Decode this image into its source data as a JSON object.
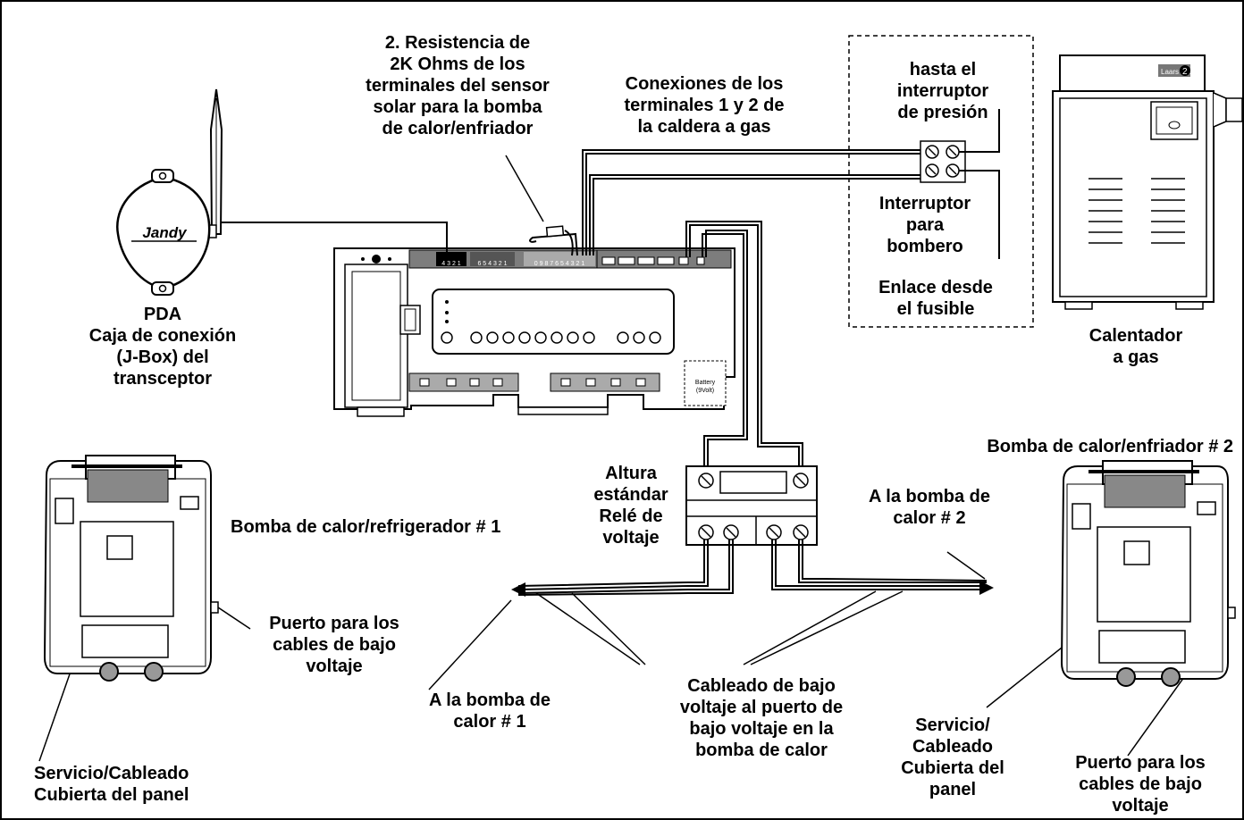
{
  "labels": {
    "resistor": "2. Resistencia de\n2K Ohms de los\nterminales del sensor\nsolar para la bomba\nde calor/enfriador",
    "gas_heater_terminals": "Conexiones de los\nterminales 1 y 2 de\nla caldera a gas",
    "pressure_switch": "hasta el\ninterruptor\nde presión",
    "fireman_switch": "Interruptor\npara\nbombero",
    "fusible_link": "Enlace desde\nel fusible",
    "gas_heater": "Calentador\na gas",
    "pda": "PDA\nCaja de conexión\n(J-Box) del\ntransceptor",
    "relay": "Altura\nestándar\nRelé de\nvoltaje",
    "pump2_title": "Bomba de calor/enfriador # 2",
    "pump1_title": "Bomba de calor/refrigerador # 1",
    "to_pump2": "A la bomba de\ncalor # 2",
    "port1": "Puerto para los\ncables de bajo\nvoltaje",
    "to_pump1": "A la bomba de\ncalor # 1",
    "wiring": "Cableado de bajo\nvoltaje al puerto de\nbajo voltaje en la\nbomba de calor",
    "service2": "Servicio/\nCableado\nCubierta del\npanel",
    "port2": "Puerto para los\ncables de bajo\nvoltaje",
    "service1": "Servicio/Cableado\nCubierta del panel"
  },
  "device_text": {
    "jandy_logo": "Jandy",
    "heater_brand": "Laars Lite",
    "heater_model": "2",
    "battery": "Battery\n(9Volt)",
    "tb1": "4 3 2 1",
    "tb2": "6 5 4 3 2 1",
    "tb3": "0 9 8 7 6 5 4 3 2 1"
  }
}
